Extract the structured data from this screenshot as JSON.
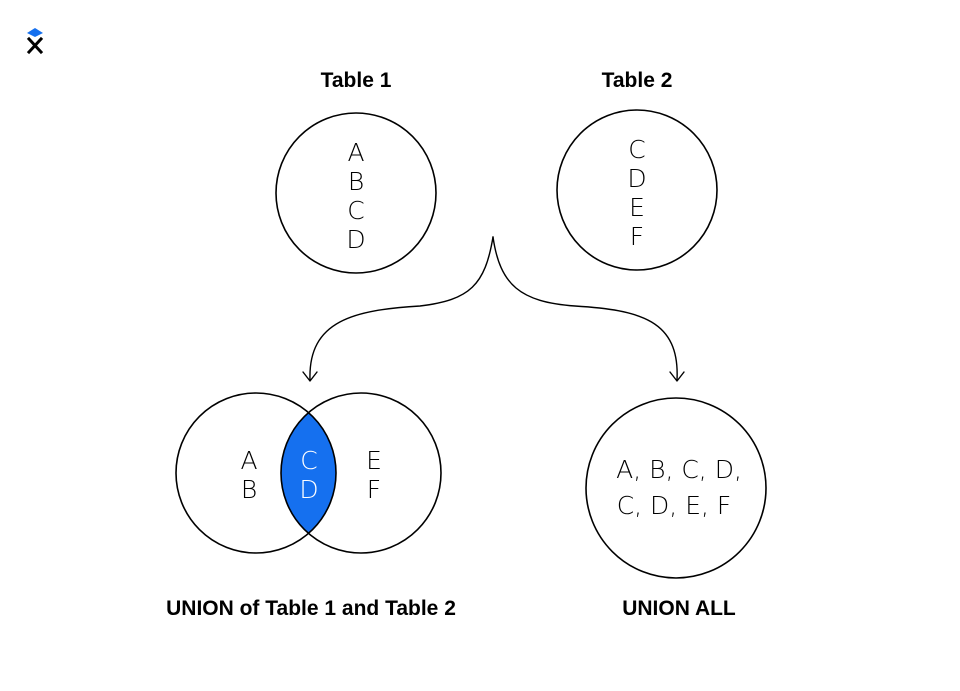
{
  "diagram": {
    "table1": {
      "title": "Table 1",
      "items": [
        "A",
        "B",
        "C",
        "D"
      ]
    },
    "table2": {
      "title": "Table 2",
      "items": [
        "C",
        "D",
        "E",
        "F"
      ]
    },
    "union": {
      "caption": "UNION of Table 1 and Table 2",
      "left_only": [
        "A",
        "B"
      ],
      "overlap": [
        "C",
        "D"
      ],
      "right_only": [
        "E",
        "F"
      ]
    },
    "union_all": {
      "caption": "UNION ALL",
      "line1": "A, B, C, D,",
      "line2": "C, D, E, F"
    }
  },
  "colors": {
    "highlight": "#1570ef",
    "logo_accent": "#1570ef",
    "ink": "#000000"
  }
}
